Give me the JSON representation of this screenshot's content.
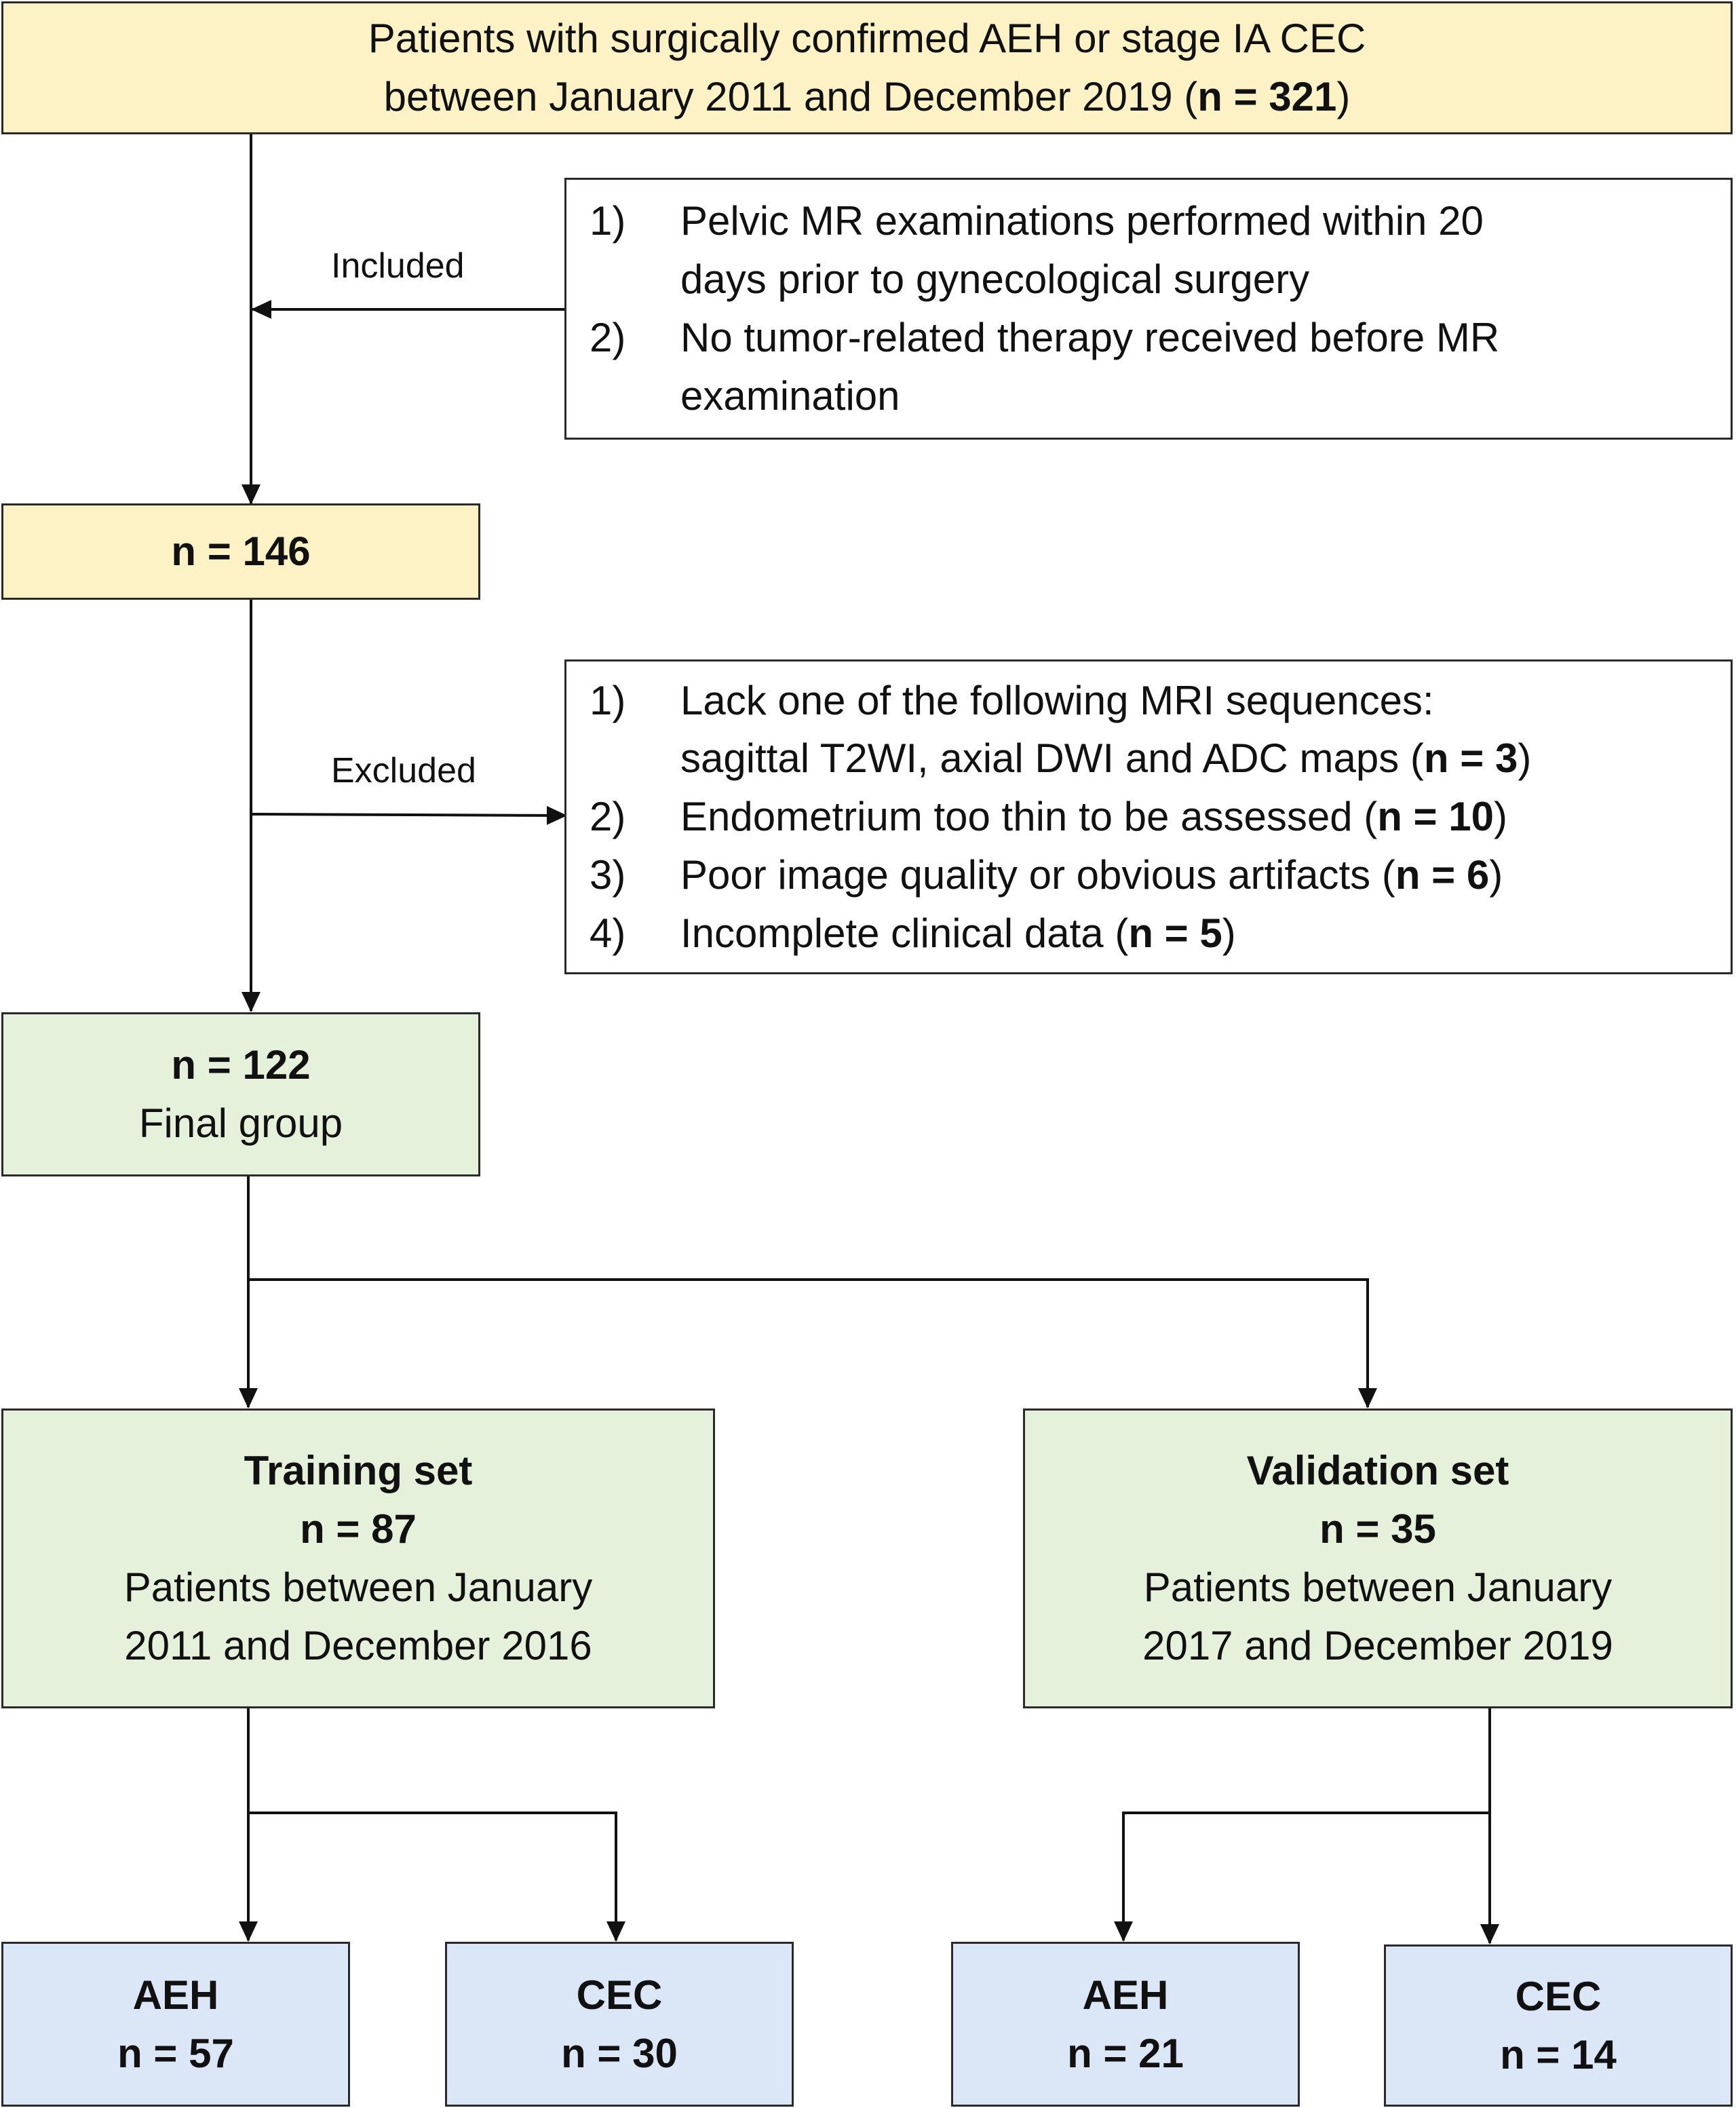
{
  "top": {
    "line1": "Patients with surgically confirmed AEH or stage IA CEC",
    "line2_pre": "between January 2011 and December 2019 (",
    "line2_n": "n = 321",
    "line2_post": ")"
  },
  "included": {
    "label": "Included",
    "items": [
      {
        "num": "1)",
        "line1": "Pelvic MR examinations performed within 20",
        "line2": "days prior to gynecological surgery"
      },
      {
        "num": "2)",
        "line1": "No tumor-related therapy received before MR",
        "line2": "examination"
      }
    ]
  },
  "after_inclusion": {
    "n": "n = 146"
  },
  "excluded": {
    "label": "Excluded",
    "items": [
      {
        "num": "1)",
        "line1": "Lack one of the following MRI sequences:",
        "line2_pre": "sagittal T2WI, axial DWI and ADC maps (",
        "n": "n = 3",
        "post": ")"
      },
      {
        "num": "2)",
        "pre": "Endometrium too thin to be assessed (",
        "n": "n = 10",
        "post": ")"
      },
      {
        "num": "3)",
        "pre": "Poor image quality or obvious artifacts (",
        "n": "n = 6",
        "post": ")"
      },
      {
        "num": "4)",
        "pre": "Incomplete clinical data (",
        "n": "n = 5",
        "post": ")"
      }
    ]
  },
  "final": {
    "n": "n = 122",
    "label": "Final group"
  },
  "training": {
    "title": "Training set",
    "n": "n = 87",
    "line1": "Patients between January",
    "line2": "2011 and December 2016"
  },
  "validation": {
    "title": "Validation set",
    "n": "n = 35",
    "line1": "Patients between January",
    "line2": "2017 and December 2019"
  },
  "outcomes": {
    "train_aeh": {
      "label": "AEH",
      "n": "n = 57"
    },
    "train_cec": {
      "label": "CEC",
      "n": "n = 30"
    },
    "val_aeh": {
      "label": "AEH",
      "n": "n = 21"
    },
    "val_cec": {
      "label": "CEC",
      "n": "n = 14"
    }
  },
  "colors": {
    "yellow": "#fcf2c5",
    "green": "#e6f1dc",
    "blue": "#dbe6f6",
    "line": "#111111"
  }
}
